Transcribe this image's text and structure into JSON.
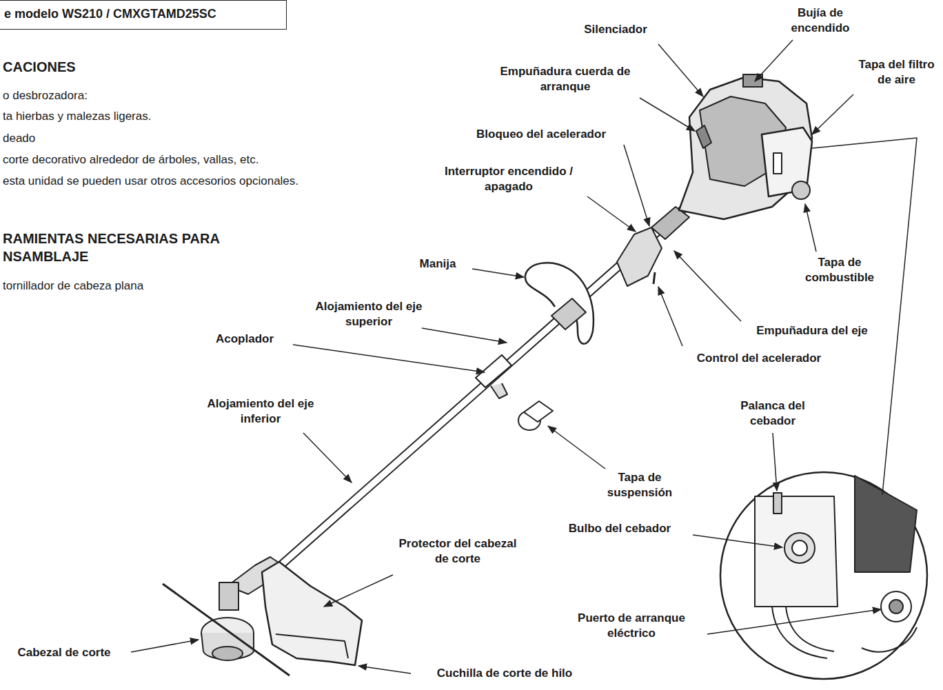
{
  "diagram": {
    "nodes": [
      {
        "text": [
          "e modelo WS210 / CMXGTAMD25SC"
        ]
      }
    ],
    "labels": [
      "CACIONES",
      "o desbrozadora:",
      "ta hierbas y malezas ligeras.",
      "deado",
      "corte decorativo alrededor de árboles, vallas, etc.",
      "esta unidad se pueden usar otros accesorios opcionales.",
      "RAMIENTAS NECESARIAS PARA NSAMBLAJE",
      "tornillador de cabeza plana",
      "Silenciador",
      "Bujía de encendido",
      "Empuñadura cuerda de arranque",
      "Tapa del filtro de aire",
      "Bloqueo del acelerador",
      "Interruptor encendido / apagado",
      "Manija",
      "Alojamiento del eje superior",
      "Acoplador",
      "Tapa de combustible",
      "Empuñadura del eje",
      "Control del acelerador",
      "Alojamiento del eje inferior",
      "Palanca del cebador",
      "Tapa de suspensión",
      "Bulbo del cebador",
      "Protector del cabezal de corte",
      "Puerto de arranque eléctrico",
      "Cabezal de corte",
      "Cuchilla de corte de hilo"
    ]
  }
}
